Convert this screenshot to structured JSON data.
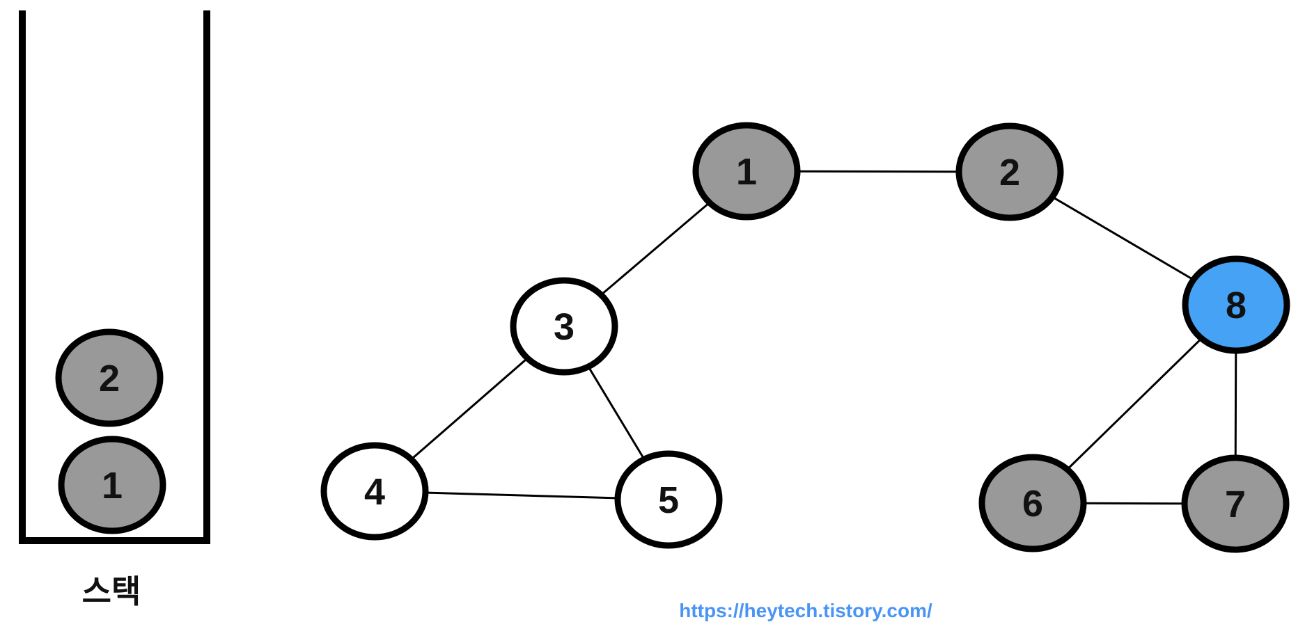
{
  "stack": {
    "title": "스택",
    "items": [
      {
        "label": "2"
      },
      {
        "label": "1"
      }
    ]
  },
  "graph": {
    "nodes": [
      {
        "label": "1",
        "state": "visited"
      },
      {
        "label": "2",
        "state": "visited"
      },
      {
        "label": "3",
        "state": "unvisited"
      },
      {
        "label": "4",
        "state": "unvisited"
      },
      {
        "label": "5",
        "state": "unvisited"
      },
      {
        "label": "6",
        "state": "visited"
      },
      {
        "label": "7",
        "state": "visited"
      },
      {
        "label": "8",
        "state": "current"
      }
    ],
    "edges": [
      [
        "1",
        "2"
      ],
      [
        "1",
        "3"
      ],
      [
        "3",
        "4"
      ],
      [
        "3",
        "5"
      ],
      [
        "4",
        "5"
      ],
      [
        "2",
        "8"
      ],
      [
        "8",
        "6"
      ],
      [
        "8",
        "7"
      ],
      [
        "6",
        "7"
      ]
    ]
  },
  "colors": {
    "visited": "#999999",
    "unvisited": "#ffffff",
    "current": "#46A2F5",
    "outline": "#000000",
    "link": "#4A94F5"
  },
  "footer": {
    "url": "https://heytech.tistory.com/"
  }
}
